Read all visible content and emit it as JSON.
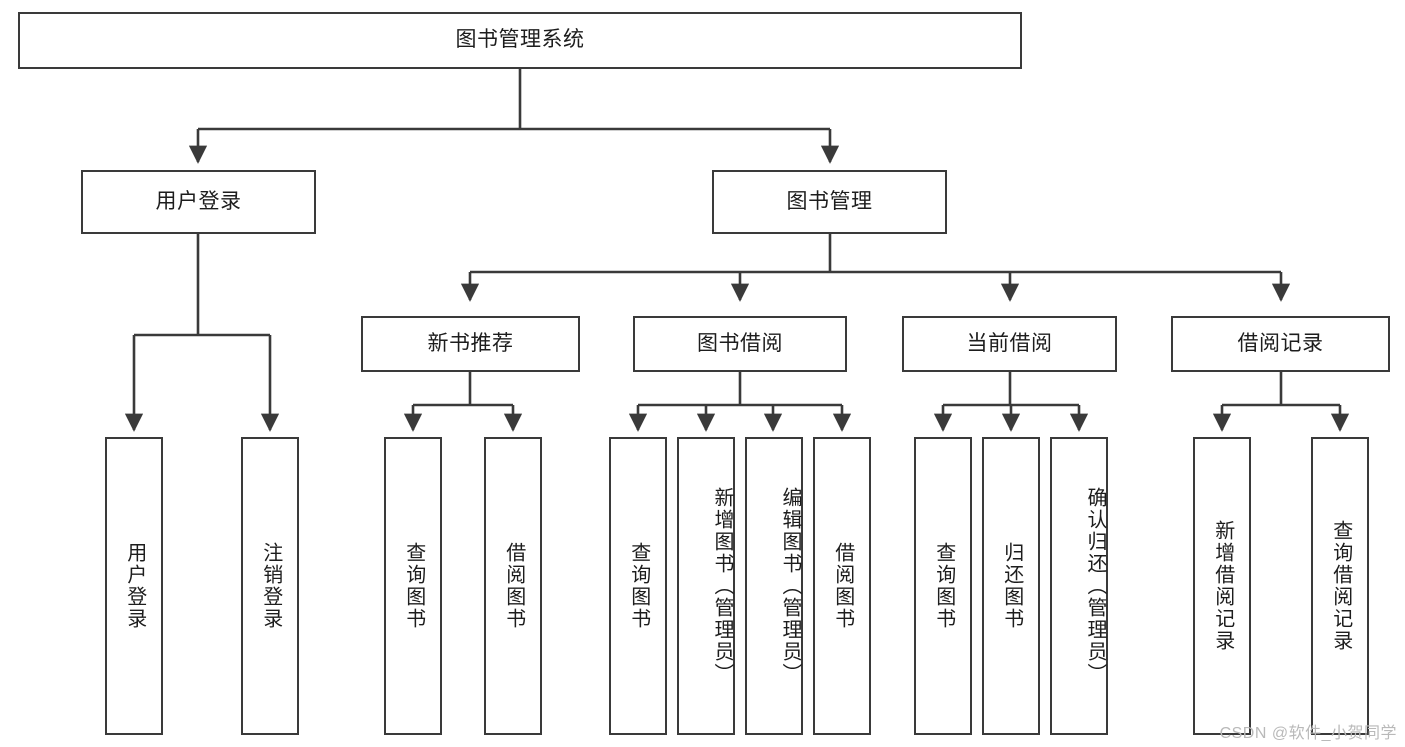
{
  "diagram": {
    "type": "hierarchy-tree",
    "title": "图书管理系统",
    "watermark": "CSDN @软件_小贺同学",
    "colors": {
      "stroke": "#3a3a3a",
      "fill": "#ffffff",
      "text": "#1d1d1d",
      "watermark": "#b9b9b9"
    },
    "levels": {
      "root": {
        "label": "图书管理系统"
      },
      "level2": [
        {
          "label": "用户登录"
        },
        {
          "label": "图书管理"
        }
      ],
      "level3": [
        {
          "label": "新书推荐"
        },
        {
          "label": "图书借阅"
        },
        {
          "label": "当前借阅"
        },
        {
          "label": "借阅记录"
        }
      ],
      "leaves": {
        "user_login": [
          {
            "label": "用户登录"
          },
          {
            "label": "注销登录"
          }
        ],
        "new_book": [
          {
            "label": "查询图书"
          },
          {
            "label": "借阅图书"
          }
        ],
        "borrow_book": [
          {
            "label": "查询图书"
          },
          {
            "label": "新增图书（管理员）"
          },
          {
            "label": "编辑图书（管理员）"
          },
          {
            "label": "借阅图书"
          }
        ],
        "current_borrow": [
          {
            "label": "查询图书"
          },
          {
            "label": "归还图书"
          },
          {
            "label": "确认归还（管理员）"
          }
        ],
        "borrow_record": [
          {
            "label": "新增借阅记录"
          },
          {
            "label": "查询借阅记录"
          }
        ]
      }
    }
  }
}
